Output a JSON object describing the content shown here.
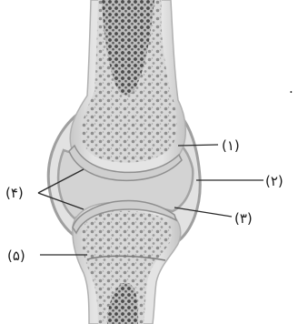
{
  "labels": {
    "label_1": "(۱)",
    "label_2": "(۲)",
    "label_3": "(۳)",
    "label_4": "(۴)",
    "label_5": "(۵)"
  },
  "corner_mark": "."
}
